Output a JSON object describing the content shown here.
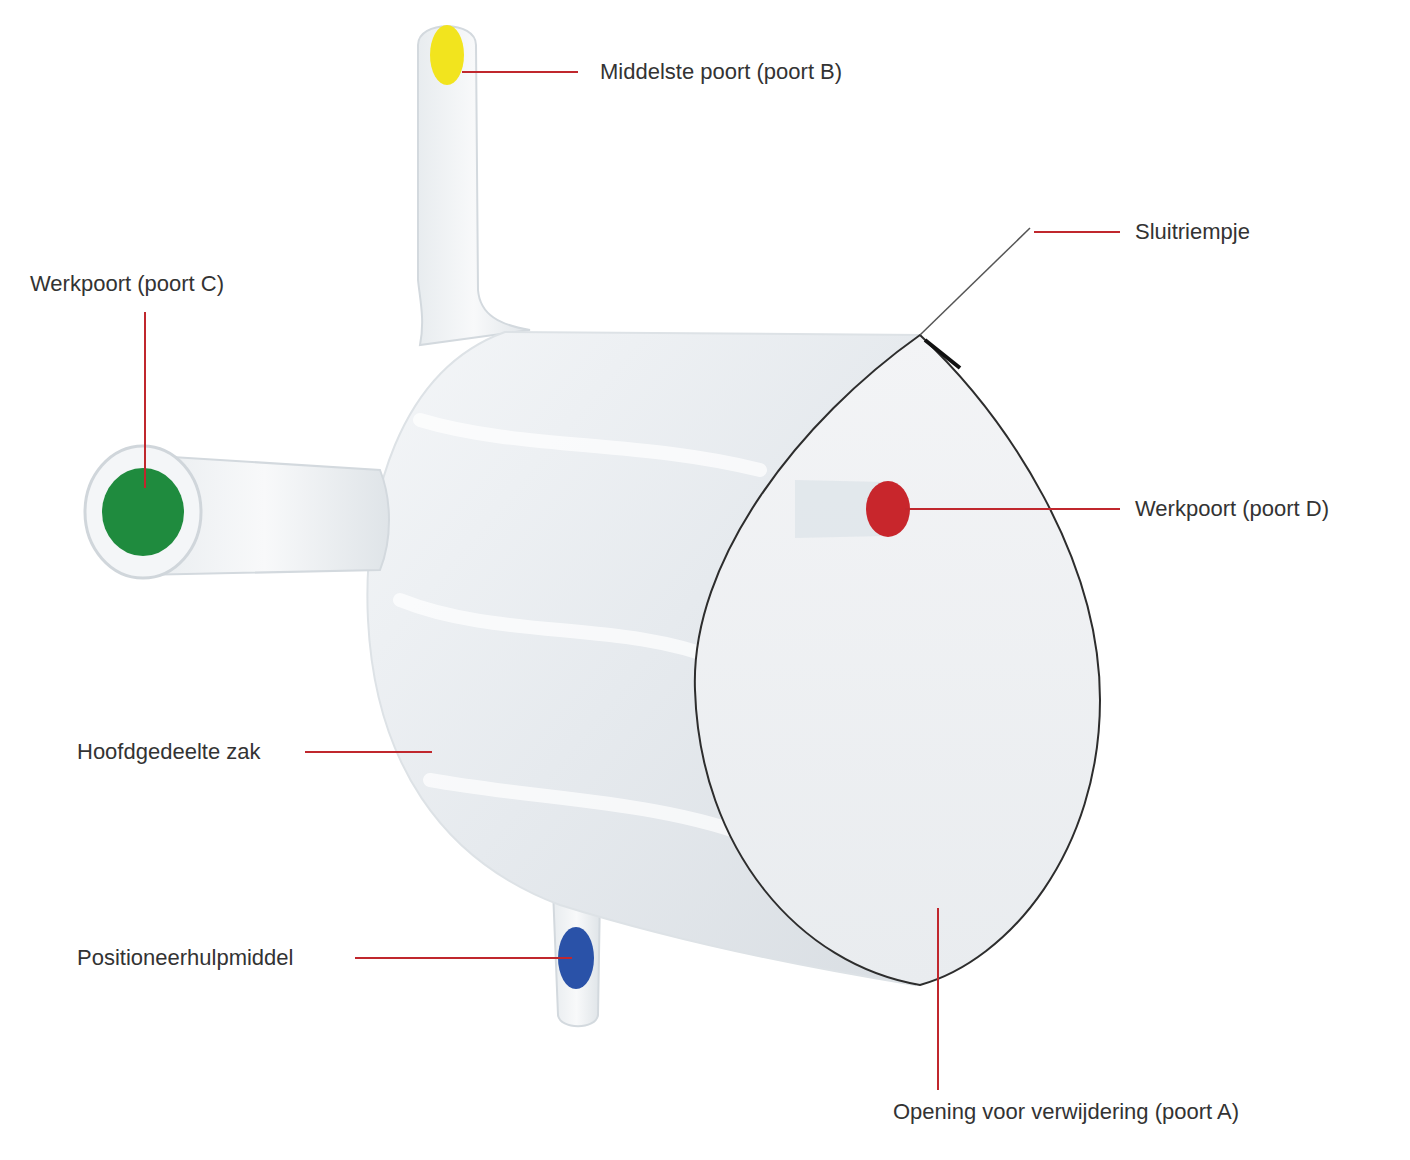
{
  "diagram": {
    "labels": [
      "Middelste poort (poort B)",
      "Sluitriempje",
      "Werkpoort (poort C)",
      "Werkpoort (poort D)",
      "Hoofdgedeelte zak",
      "Positioneerhulpmiddel",
      "Opening voor verwijdering (poort A)"
    ]
  }
}
